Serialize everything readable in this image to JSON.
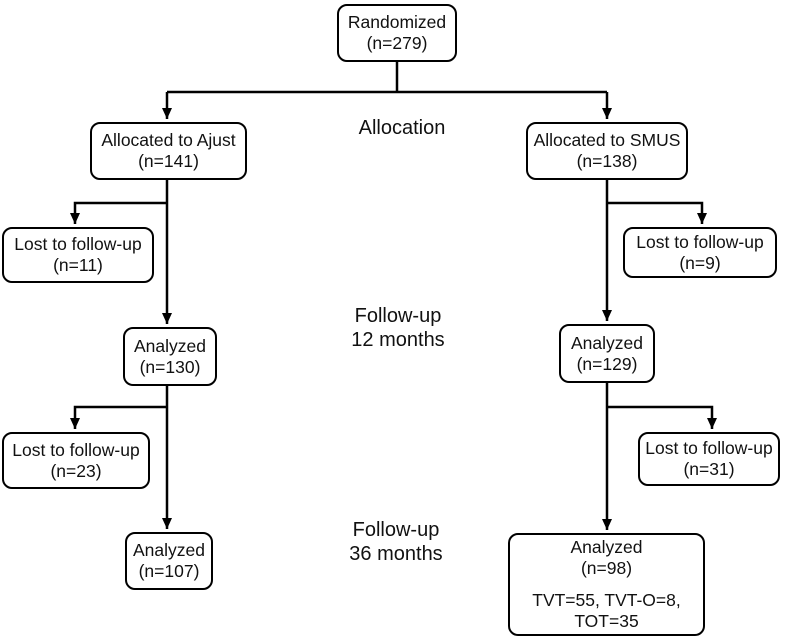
{
  "figure": {
    "type": "consort-flow-diagram",
    "boxes": {
      "randomized": {
        "line1": "Randomized",
        "line2": "(n=279)"
      },
      "allocated_ajust": {
        "line1": "Allocated to Ajust",
        "line2": "(n=141)"
      },
      "allocated_smus": {
        "line1": "Allocated to SMUS",
        "line2": "(n=138)"
      },
      "lost_ajust_12": {
        "line1": "Lost to follow-up",
        "line2": "(n=11)"
      },
      "lost_smus_12": {
        "line1": "Lost to follow-up",
        "line2": "(n=9)"
      },
      "analyzed_ajust_12": {
        "line1": "Analyzed",
        "line2": "(n=130)"
      },
      "analyzed_smus_12": {
        "line1": "Analyzed",
        "line2": "(n=129)"
      },
      "lost_ajust_36": {
        "line1": "Lost to follow-up",
        "line2": "(n=23)"
      },
      "lost_smus_36": {
        "line1": "Lost to follow-up",
        "line2": "(n=31)"
      },
      "analyzed_ajust_36": {
        "line1": "Analyzed",
        "line2": "(n=107)"
      },
      "analyzed_smus_36": {
        "line1": "Analyzed",
        "line2": "(n=98)",
        "line3": "TVT=55, TVT-O=8,",
        "line4": "TOT=35"
      }
    },
    "stages": {
      "allocation": {
        "line1": "Allocation"
      },
      "followup_12": {
        "line1": "Follow-up",
        "line2": "12 months"
      },
      "followup_36": {
        "line1": "Follow-up",
        "line2": "36 months"
      }
    },
    "colors": {
      "line": "#000000",
      "box_border": "#000000",
      "box_fill": "#ffffff",
      "text": "#111111",
      "background": "#ffffff"
    }
  }
}
